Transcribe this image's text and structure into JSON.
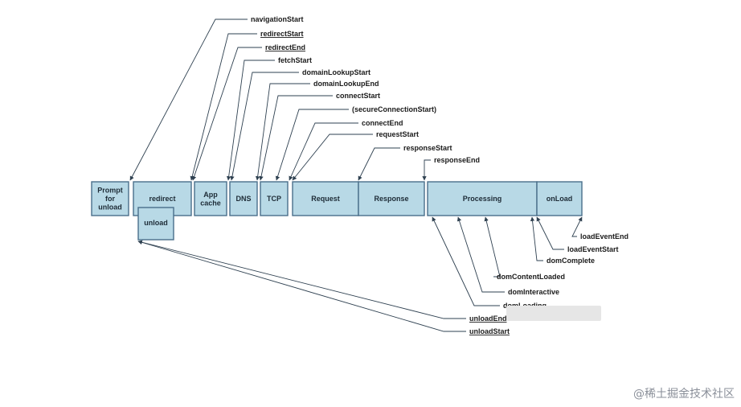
{
  "boxes": [
    {
      "id": "prompt-for-unload",
      "label": [
        "Prompt",
        "for",
        "unload"
      ]
    },
    {
      "id": "redirect",
      "label": [
        "redirect"
      ]
    },
    {
      "id": "unload",
      "label": [
        "unload"
      ]
    },
    {
      "id": "app-cache",
      "label": [
        "App",
        "cache"
      ]
    },
    {
      "id": "dns",
      "label": [
        "DNS"
      ]
    },
    {
      "id": "tcp",
      "label": [
        "TCP"
      ]
    },
    {
      "id": "request",
      "label": [
        "Request"
      ]
    },
    {
      "id": "response",
      "label": [
        "Response"
      ]
    },
    {
      "id": "processing",
      "label": [
        "Processing"
      ]
    },
    {
      "id": "onload",
      "label": [
        "onLoad"
      ]
    }
  ],
  "top_events": [
    "navigationStart",
    "redirectStart",
    "redirectEnd",
    "fetchStart",
    "domainLookupStart",
    "domainLookupEnd",
    "connectStart",
    "(secureConnectionStart)",
    "connectEnd",
    "requestStart",
    "responseStart",
    "responseEnd"
  ],
  "underlined_events": [
    "redirectStart",
    "redirectEnd",
    "unloadStart",
    "unloadEnd"
  ],
  "bottom_events": [
    "loadEventEnd",
    "loadEventStart",
    "domComplete",
    "domContentLoaded",
    "domInteractive",
    "domLoading",
    "unloadEnd",
    "unloadStart"
  ],
  "watermark": "@稀土掘金技术社区",
  "colors": {
    "box_fill": "#b8d9e6",
    "box_stroke": "#4a6f8a",
    "arrow": "#2e4050"
  }
}
